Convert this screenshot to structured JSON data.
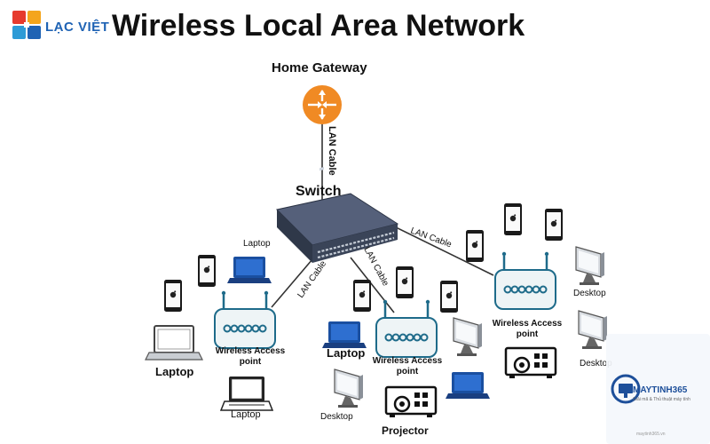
{
  "brand": {
    "logo_text": "LẠC VIỆT",
    "logo_colors": [
      "#e63b2e",
      "#f4a51c",
      "#2e9bd6",
      "#1f63b4"
    ]
  },
  "title": "Wireless Local Area Network",
  "nodes": {
    "gateway": "Home Gateway",
    "switch": "Switch",
    "ap_left": {
      "line1": "Wireless Access",
      "line2": "point"
    },
    "ap_center": {
      "line1": "Wireless Access",
      "line2": "point"
    },
    "ap_right": {
      "line1": "Wireless Access",
      "line2": "point"
    },
    "laptop_top": "Laptop",
    "laptop_left": "Laptop",
    "laptop_bottom": "Laptop",
    "laptop_center": "Laptop",
    "desktop_center": "Desktop",
    "desktop_right_top": "Desktop",
    "desktop_right_bottom": "Desktop",
    "projector_center": "Projector"
  },
  "links": {
    "gateway_switch": "LAN Cable",
    "switch_ap_left": "LAN Cable",
    "switch_ap_center": "LAN Cable",
    "switch_ap_right": "LAN Cable"
  },
  "watermark": {
    "name": "MAYTINH365",
    "subtitle": "Giải mã & Thủ thuật máy tính",
    "footer": "maytinh365.vn"
  },
  "colors": {
    "gateway": "#f08a24",
    "ap_border": "#1e6b8a",
    "ap_fill": "#eef4f6",
    "laptop_blue": "#1a4fa0",
    "switch_body": "#3a4458"
  }
}
